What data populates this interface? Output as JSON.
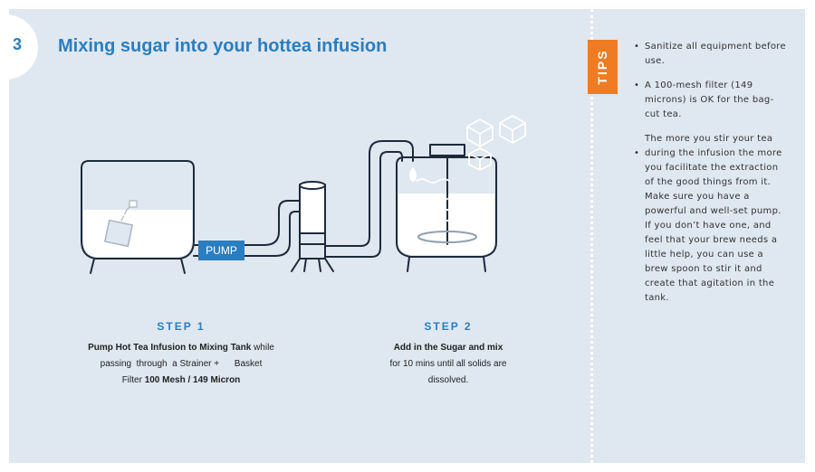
{
  "header": {
    "step_number": "3",
    "title": "Mixing sugar into your hottea infusion"
  },
  "tips": {
    "tab_label": "TIPS",
    "items": [
      "Sanitize all equipment before use.",
      "A 100-mesh filter (149 microns) is OK for the bag-cut tea.",
      "The more you stir your tea during the infusion the more you facilitate the extraction of the good things from it. Make sure you have a powerful and well-set pump. If you don’t have one, and feel that your brew needs a little help, you can use a brew spoon to stir it and create that agitation in the tank."
    ]
  },
  "diagram": {
    "pump_label": "PUMP"
  },
  "steps": [
    {
      "title": "STEP 1",
      "desc_bold_1": "Pump Hot Tea Infusion to Mixing Tank",
      "desc_1": " while",
      "desc_2": "passing  through  a Strainer +      Basket",
      "desc_3": "Filter ",
      "desc_bold_2": "100 Mesh / 149 Micron"
    },
    {
      "title": "STEP 2",
      "desc_bold_1": "Add in the Sugar and mix",
      "desc_2": "for 10 mins until all solids are",
      "desc_3": "dissolved."
    }
  ],
  "colors": {
    "accent_blue": "#2a7ec0",
    "tips_orange": "#ef7c22",
    "panel_bg": "#dfe7f0"
  }
}
